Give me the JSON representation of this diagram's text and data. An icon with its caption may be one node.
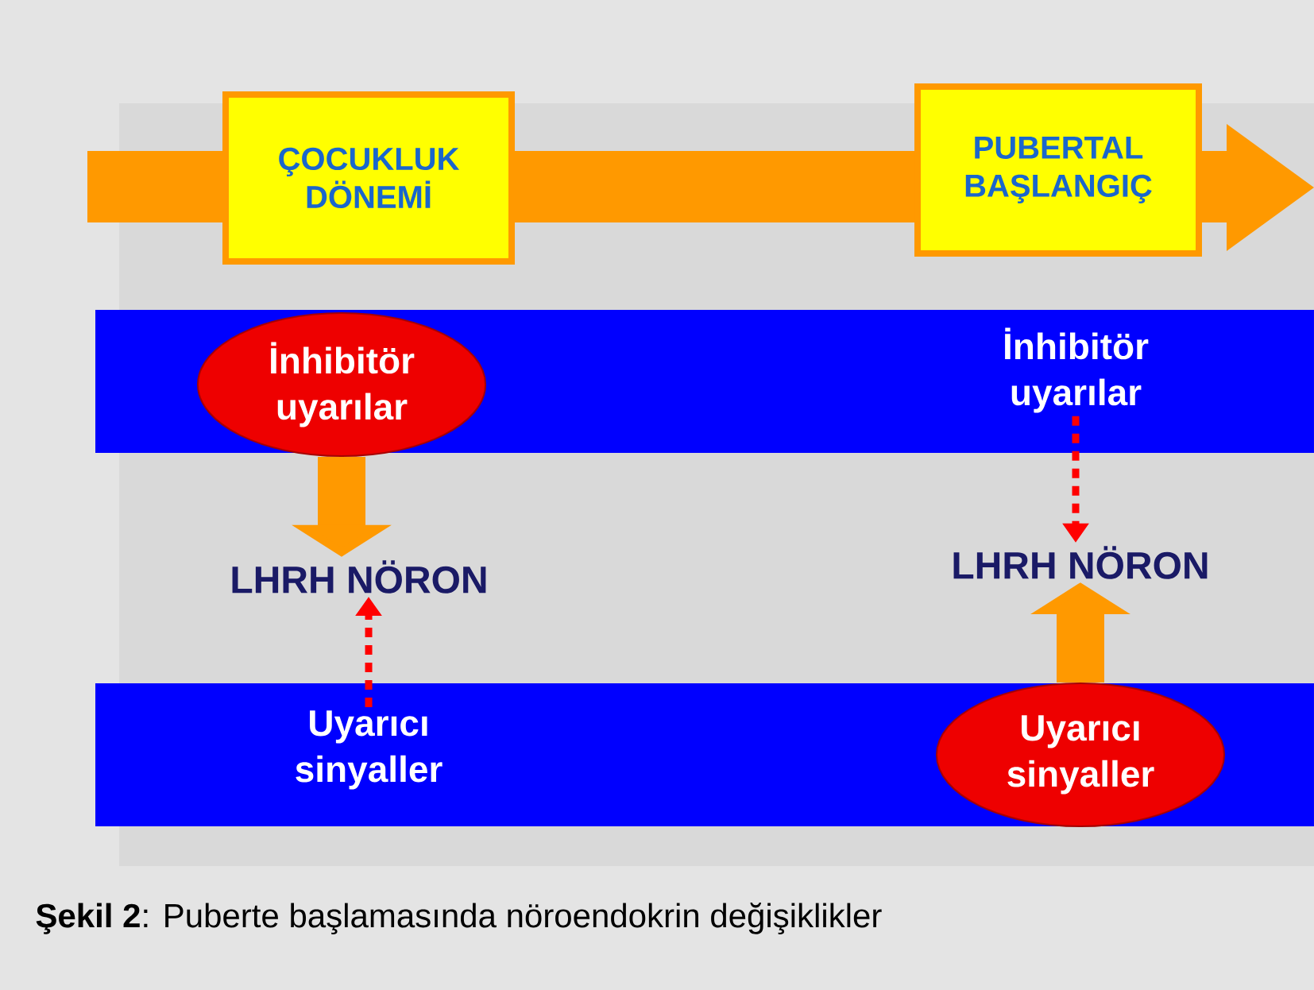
{
  "diagram": {
    "caption": "**Şekil 2**: Puberte başlamasında nöroendokrin değişiklikler",
    "nodes": [
      {
        "text": [
          "ÇOCUKLUK DÖNEMİ"
        ]
      },
      {
        "text": [
          "PUBERTAL BAŞLANGIÇ"
        ]
      },
      {
        "text": [],
        "shape": "bar"
      },
      {
        "text": [
          "İnhibitör uyarılar"
        ],
        "in": 2
      },
      {
        "text": [
          "İnhibitör uyarılar"
        ],
        "in": 2
      },
      {
        "text": [
          "LHRH NÖRON"
        ]
      },
      {
        "text": [
          "LHRH NÖRON"
        ]
      },
      {
        "text": [],
        "shape": "bar"
      },
      {
        "text": [
          "Uyarıcı sinyaller"
        ],
        "in": 7
      },
      {
        "text": [
          "Uyarıcı sinyaller"
        ],
        "in": 7
      }
    ],
    "edges": [
      {
        "from": 3,
        "to": 5,
        "arrow": "to",
        "style": "thick",
        "color": "#ff9900"
      },
      {
        "from": 8,
        "to": 5,
        "arrow": "to",
        "style": "dashed",
        "color": "#ff0000"
      },
      {
        "from": 4,
        "to": 6,
        "arrow": "to",
        "style": "dashed",
        "color": "#ff0000"
      },
      {
        "from": 9,
        "to": 6,
        "arrow": "to",
        "style": "thick",
        "color": "#ff9900"
      }
    ]
  }
}
